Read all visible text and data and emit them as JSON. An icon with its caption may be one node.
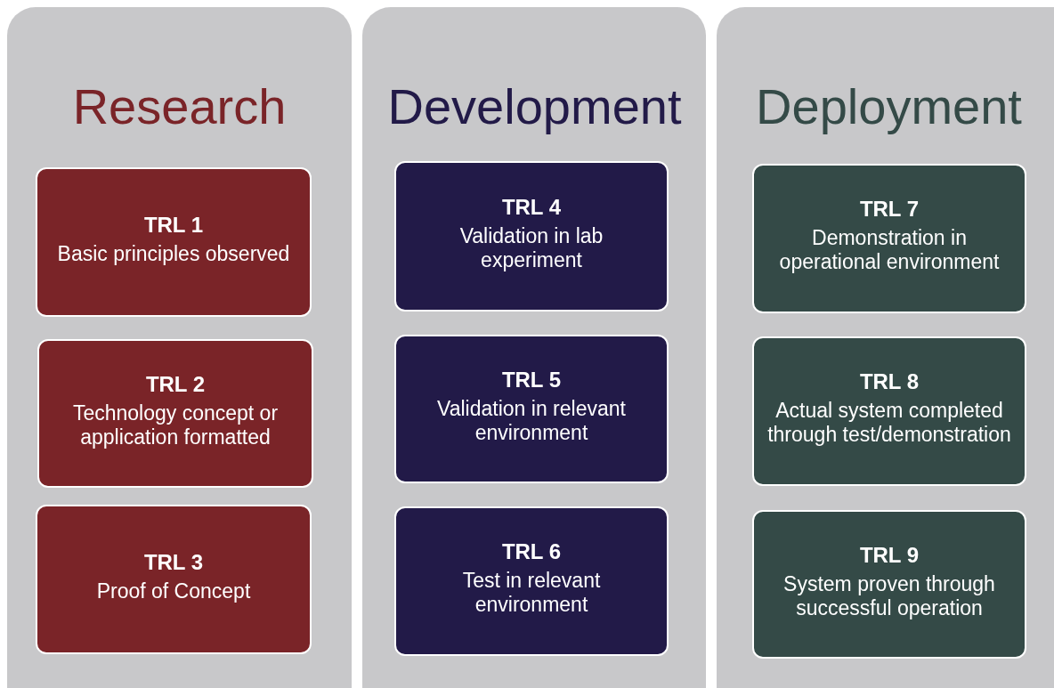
{
  "diagram": {
    "nodes": [
      {
        "text": [
          "Research"
        ]
      },
      {
        "text": [
          "TRL 1",
          "Basic principles observed"
        ],
        "in": 0
      },
      {
        "text": [
          "TRL 2",
          "Technology concept or application formatted"
        ],
        "in": 0
      },
      {
        "text": [
          "TRL 3",
          "Proof of Concept"
        ],
        "in": 0
      },
      {
        "text": [
          "Development"
        ]
      },
      {
        "text": [
          "TRL 4",
          "Validation in lab experiment"
        ],
        "in": 4
      },
      {
        "text": [
          "TRL 5",
          "Validation in relevant environment"
        ],
        "in": 4
      },
      {
        "text": [
          "TRL 6",
          "Test in relevant environment"
        ],
        "in": 4
      },
      {
        "text": [
          "Deployment"
        ]
      },
      {
        "text": [
          "TRL 7",
          "Demonstration in operational environment"
        ],
        "in": 8
      },
      {
        "text": [
          "TRL 8",
          "Actual system completed through test/demonstration"
        ],
        "in": 8
      },
      {
        "text": [
          "TRL 9",
          "System proven through successful operation"
        ],
        "in": 8
      }
    ]
  }
}
